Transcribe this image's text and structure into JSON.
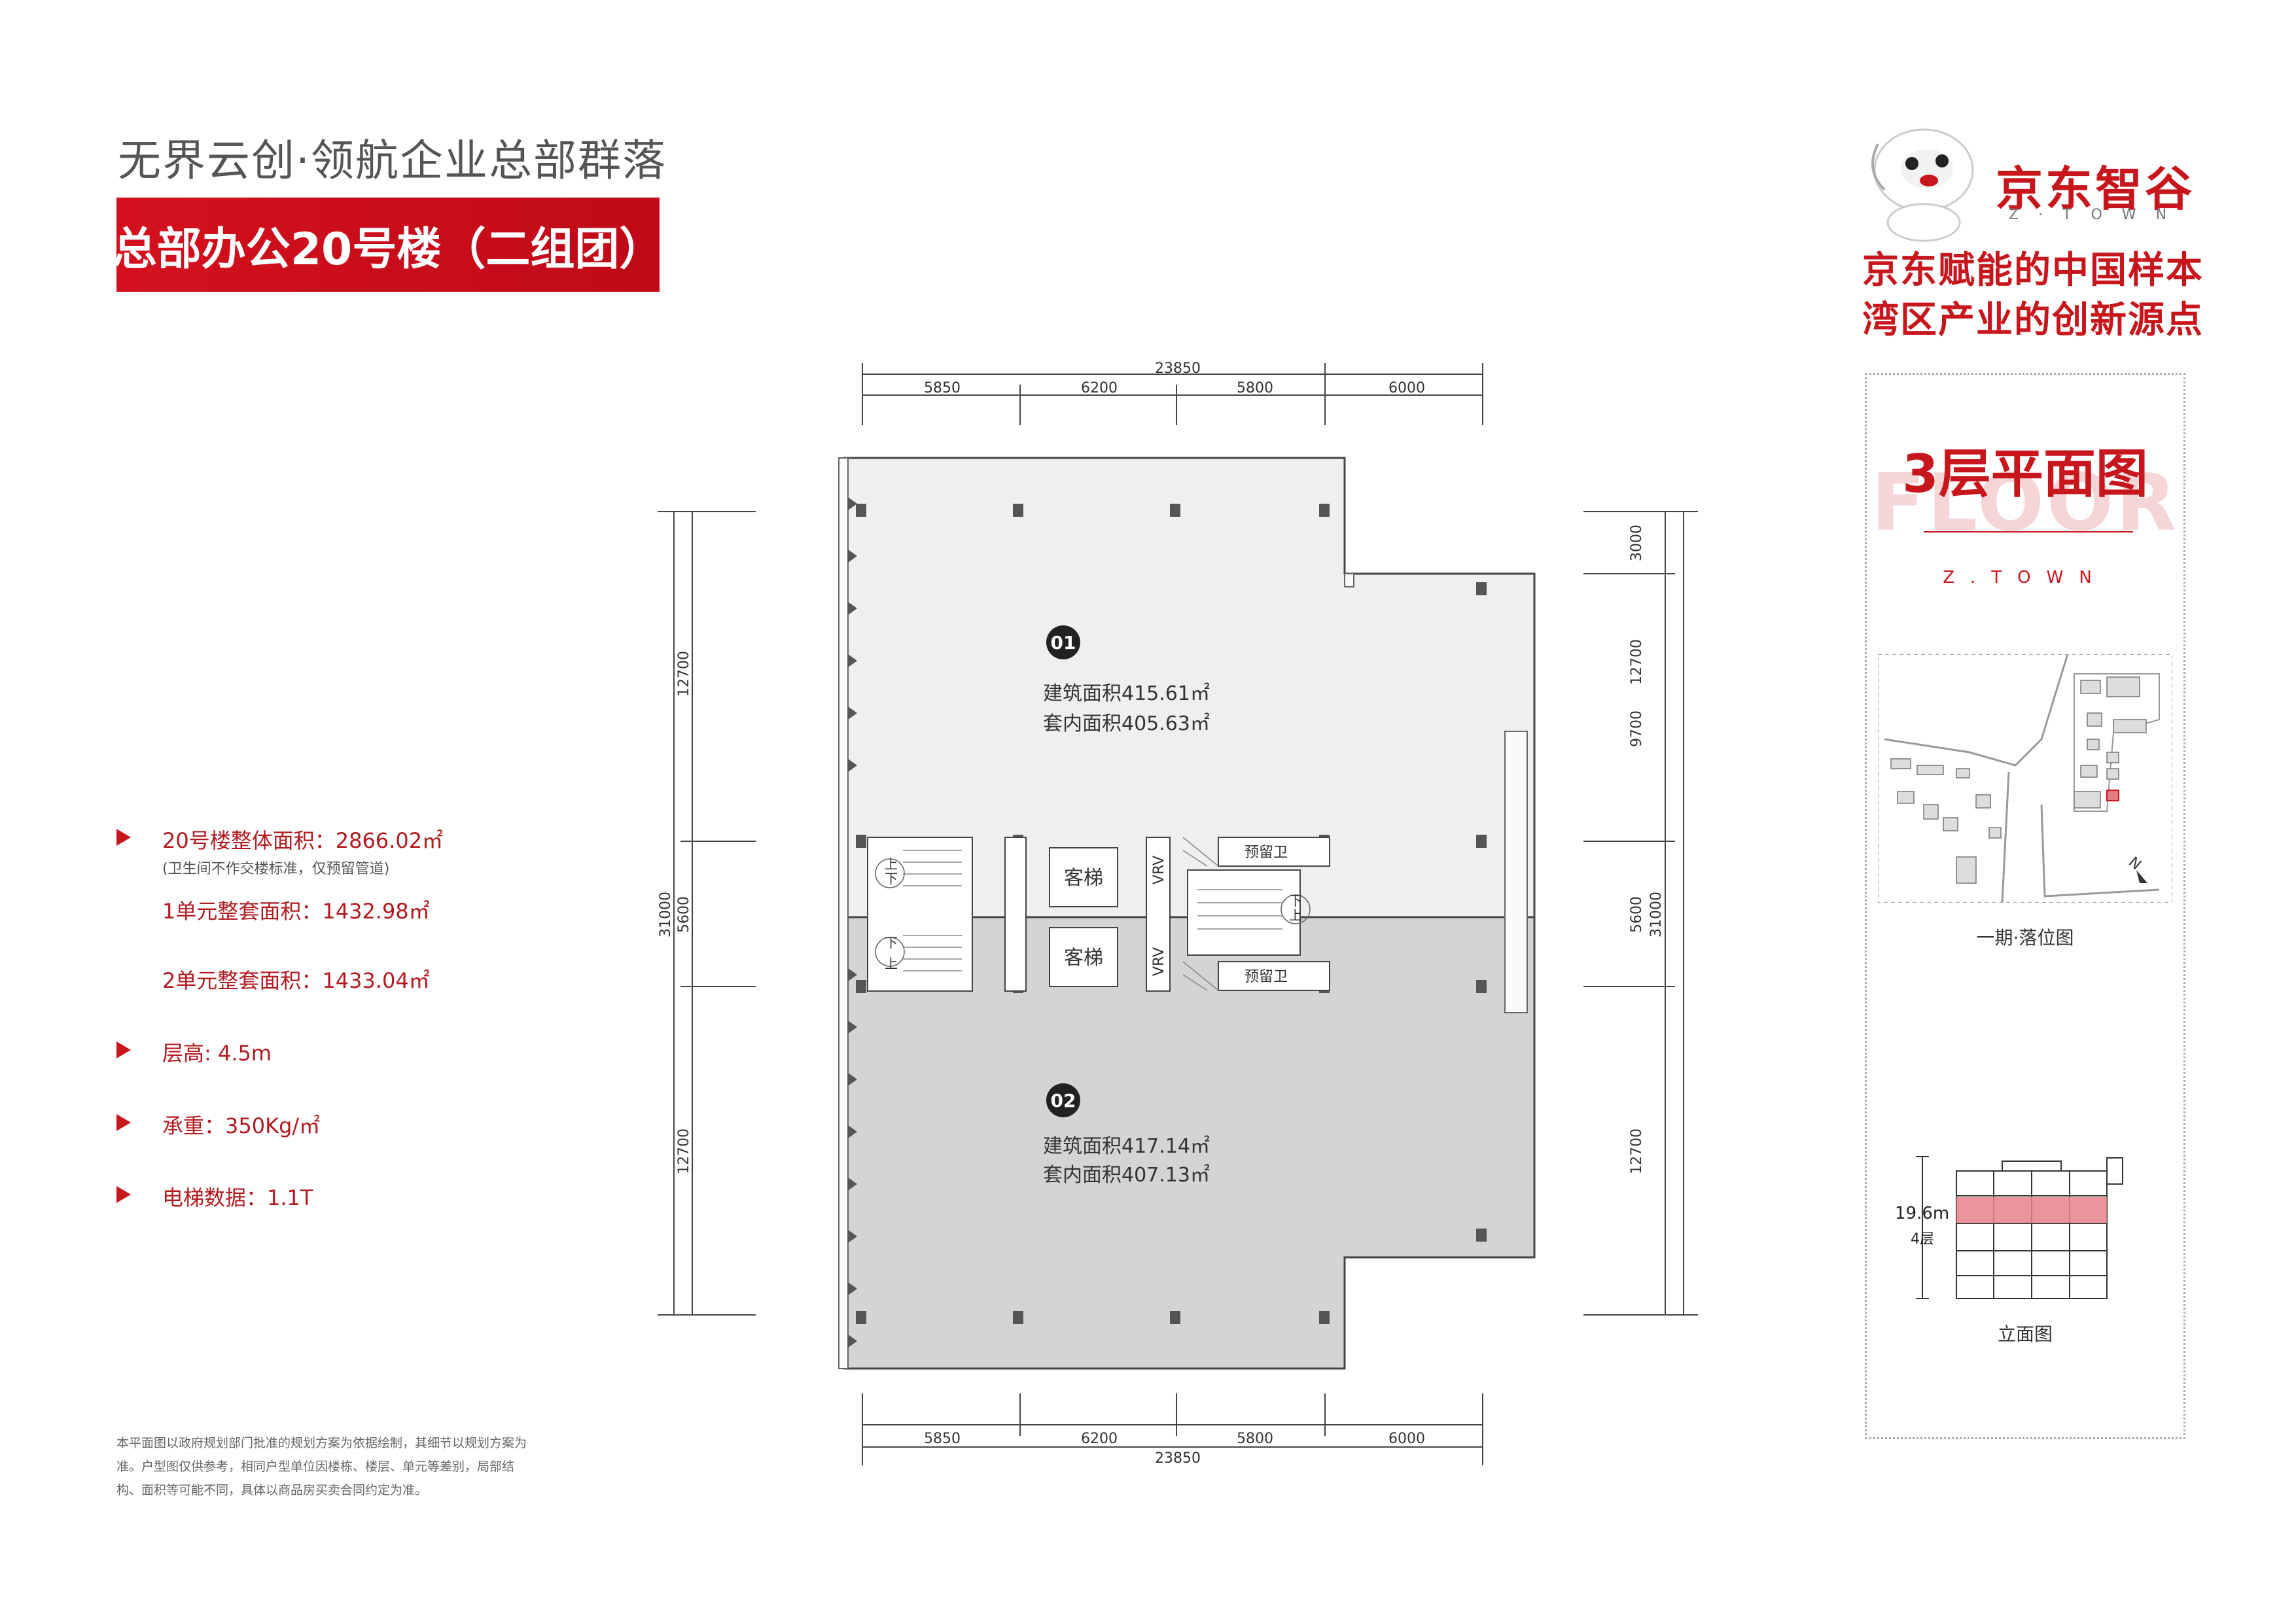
{
  "header": {
    "subtitle": "无界云创·领航企业总部群落",
    "title": "总部办公20号楼（二组团）"
  },
  "brand": {
    "name": "京东智谷",
    "sub": "Z·TOWN",
    "slogan_1": "京东赋能的中国样本",
    "slogan_2": "湾区产业的创新源点"
  },
  "side_panel": {
    "floor_title": "3层平面图",
    "floor_bg_text": "FLOOR",
    "sub": "Z.TOWN",
    "site_caption": "一期·落位图",
    "north": "N",
    "elevation_height": "19.6m",
    "elevation_floor": "4层",
    "elevation_caption": "立面图"
  },
  "specs": {
    "total": "20号楼整体面积：2866.02㎡",
    "total_note": "(卫生间不作交楼标准，仅预留管道)",
    "unit1": "1单元整套面积：1432.98㎡",
    "unit2": "2单元整套面积：1433.04㎡",
    "height": "层高: 4.5m",
    "load": "承重：350Kg/㎡",
    "elevator": "电梯数据：1.1T"
  },
  "plan": {
    "dims_top_total": "23850",
    "dims_top": [
      "5850",
      "6200",
      "5800",
      "6000"
    ],
    "dims_bottom": [
      "5850",
      "6200",
      "5800",
      "6000"
    ],
    "dims_bottom_total": "23850",
    "dims_left": [
      "12700",
      "5600",
      "12700"
    ],
    "dims_left_total": "31000",
    "dims_right": [
      "3000",
      "12700",
      "9700",
      "5600",
      "12700"
    ],
    "dims_right_total": "31000",
    "unit1": {
      "no": "01",
      "build_area": "建筑面积415.61㎡",
      "inner_area": "套内面积405.63㎡"
    },
    "unit2": {
      "no": "02",
      "build_area": "建筑面积417.14㎡",
      "inner_area": "套内面积407.13㎡"
    },
    "elevator_label": "客梯",
    "vrv_label": "VRV",
    "wc_label": "预留卫",
    "up": "上",
    "down": "下"
  },
  "disclaimer": "本平面图以政府规划部门批准的规划方案为依据绘制，其细节以规划方案为准。户型图仅供参考，相同户型单位因楼栋、楼层、单元等差别，局部结构、面积等可能不同，具体以商品房买卖合同约定为准。",
  "colors": {
    "brand_red": "#c8161d",
    "unit1_fill": "#efefef",
    "unit2_fill": "#d4d4d4"
  }
}
